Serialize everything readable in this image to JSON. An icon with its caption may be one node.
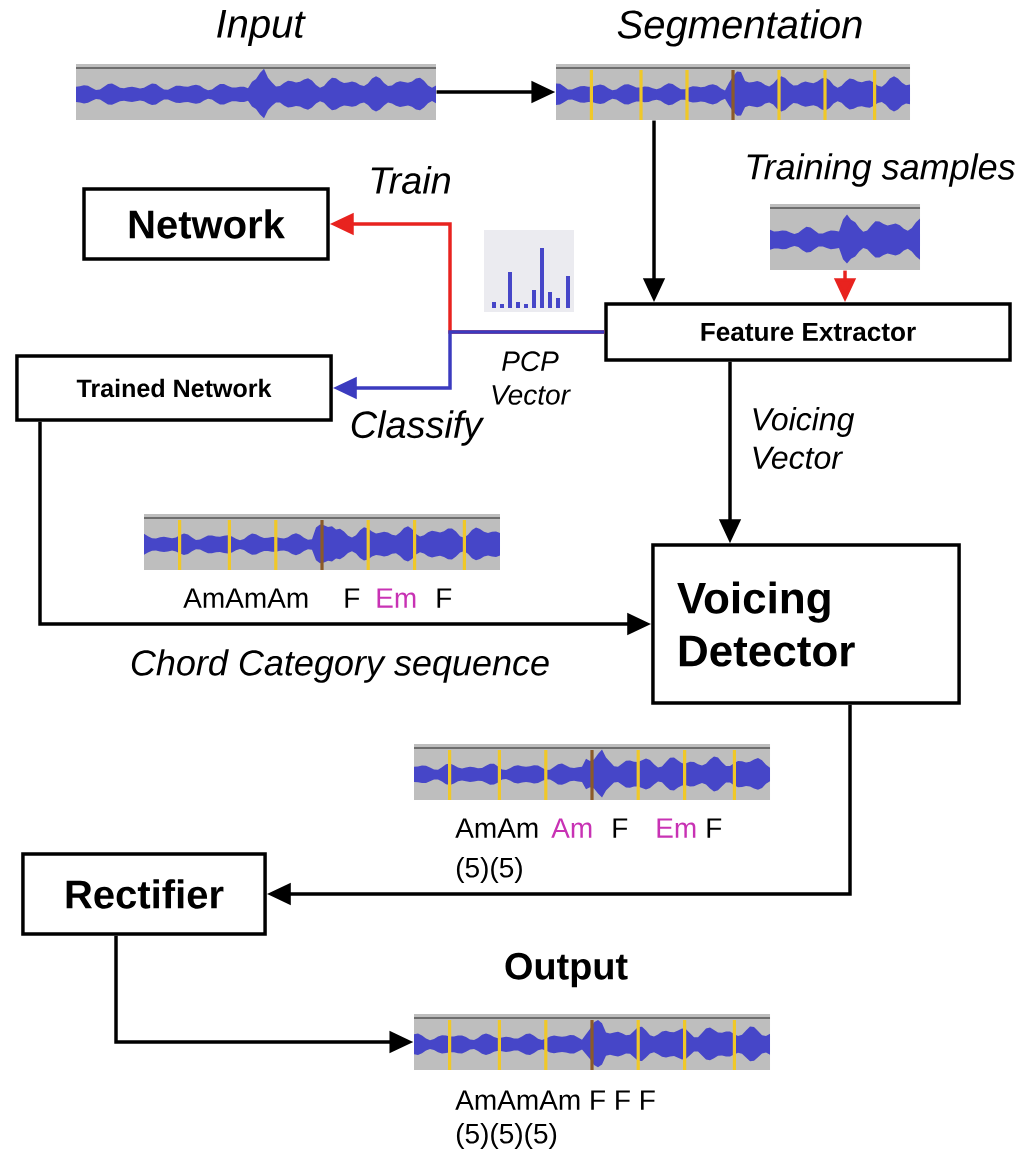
{
  "diagram": {
    "nodes": [
      {
        "text": [
          "Input"
        ]
      },
      {
        "text": [
          "Segmentation"
        ]
      },
      {
        "text": [
          "Training samples"
        ]
      },
      {
        "text": [
          "Network"
        ]
      },
      {
        "text": [
          "Feature Extractor"
        ]
      },
      {
        "text": [
          "Trained Network"
        ]
      },
      {
        "text": [
          "Voicing Detector"
        ]
      },
      {
        "text": [
          "Rectifier"
        ]
      },
      {
        "text": [
          "Output"
        ],
        "beside": [
          "AmAmAm F F F",
          "(5)(5)(5)"
        ]
      }
    ],
    "edges": [
      {
        "from": 0,
        "to": 1,
        "arrow": "to"
      },
      {
        "from": 1,
        "to": 4,
        "arrow": "to"
      },
      {
        "from": 2,
        "to": 4,
        "arrow": "to",
        "color": "#e8231f"
      },
      {
        "from": 4,
        "to": 3,
        "arrow": "to",
        "label": "Train",
        "color": "#e8231f"
      },
      {
        "from": 4,
        "to": 5,
        "arrow": "to",
        "label": "Classify",
        "color": "#3b3bbf"
      },
      {
        "from": 4,
        "to": 6,
        "arrow": "to",
        "label": "Voicing Vector"
      },
      {
        "from": 5,
        "to": 6,
        "arrow": "to",
        "label": "Chord Category sequence"
      },
      {
        "from": 6,
        "to": 7,
        "arrow": "to"
      },
      {
        "from": 7,
        "to": 8,
        "arrow": "to"
      }
    ],
    "labels": [
      "PCP Vector",
      "AmAmAm",
      "F",
      "Em",
      "F",
      "AmAm",
      "Am",
      "F",
      "Em",
      "F",
      "(5)(5)"
    ]
  }
}
